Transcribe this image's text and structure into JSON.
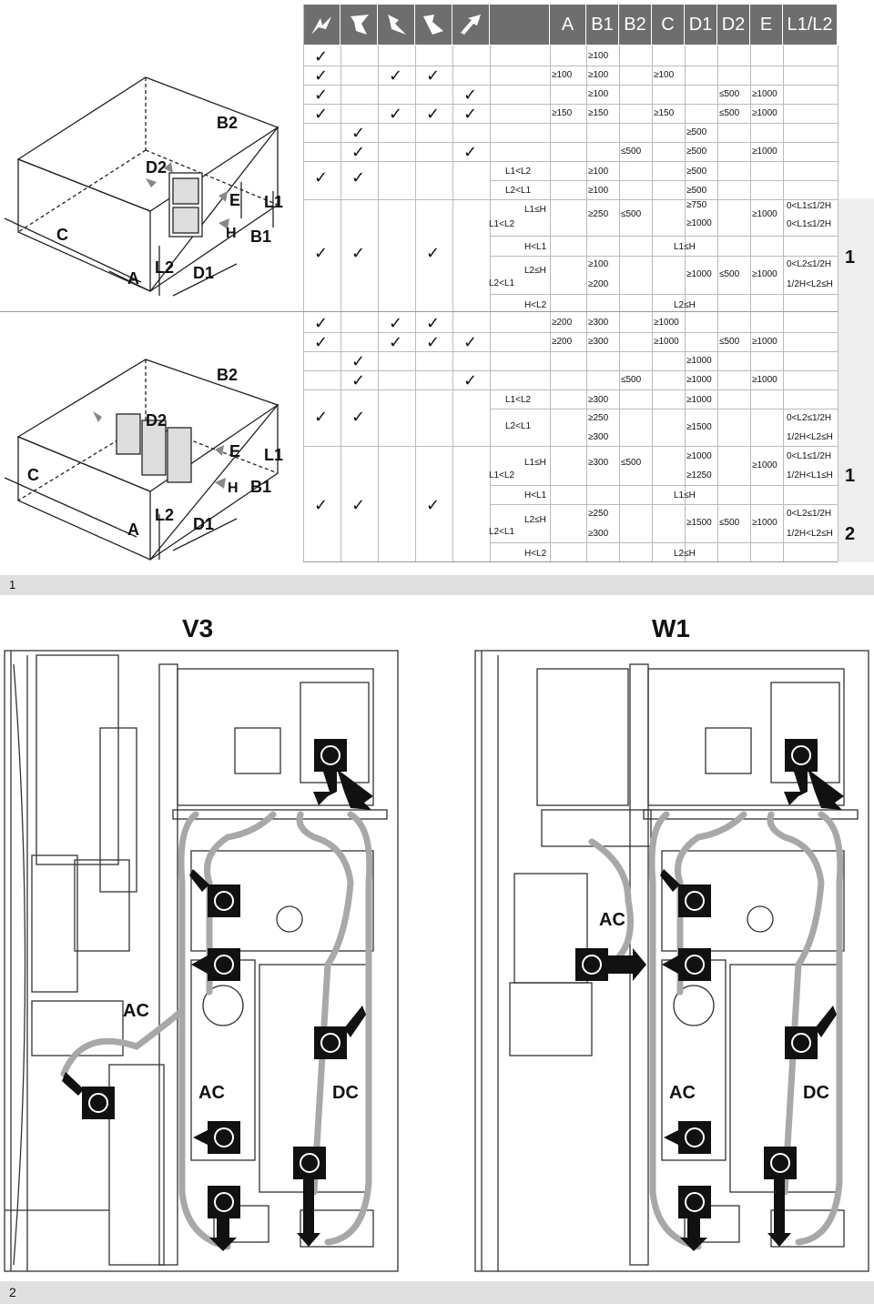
{
  "table": {
    "headers": [
      "A",
      "B1",
      "B2",
      "C",
      "D1",
      "D2",
      "E",
      "L1/L2"
    ],
    "side_labels": [
      "1",
      "1",
      "2"
    ],
    "top_rows": [
      {
        "checks": [
          1,
          0,
          0,
          0,
          0
        ],
        "A": "",
        "B1": "≥100",
        "B2": "",
        "C": "",
        "D1": "",
        "D2": "",
        "E": "",
        "L": ""
      },
      {
        "checks": [
          1,
          0,
          1,
          1,
          0
        ],
        "A": "≥100",
        "B1": "≥100",
        "B2": "",
        "C": "≥100",
        "D1": "",
        "D2": "",
        "E": "",
        "L": ""
      },
      {
        "checks": [
          1,
          0,
          0,
          0,
          1
        ],
        "A": "",
        "B1": "≥100",
        "B2": "",
        "C": "",
        "D1": "",
        "D2": "≤500",
        "E": "≥1000",
        "L": ""
      },
      {
        "checks": [
          1,
          0,
          1,
          1,
          1
        ],
        "A": "≥150",
        "B1": "≥150",
        "B2": "",
        "C": "≥150",
        "D1": "",
        "D2": "≤500",
        "E": "≥1000",
        "L": ""
      },
      {
        "checks": [
          0,
          1,
          0,
          0,
          0
        ],
        "A": "",
        "B1": "",
        "B2": "",
        "C": "",
        "D1": "≥500",
        "D2": "",
        "E": "",
        "L": ""
      },
      {
        "checks": [
          0,
          1,
          0,
          0,
          1
        ],
        "A": "",
        "B1": "",
        "B2": "≤500",
        "C": "",
        "D1": "≥500",
        "D2": "",
        "E": "≥1000",
        "L": ""
      }
    ],
    "cond_texts": {
      "l1_lt_l2": "L1<L2",
      "l2_lt_l1": "L2<L1",
      "l1_le_h": "L1≤H",
      "l2_le_h": "L2≤H",
      "h_lt_l1": "H<L1",
      "h_lt_l2": "H<L2"
    },
    "t1": {
      "r1": {
        "B1": "≥100",
        "D1": "≥500"
      },
      "r2": {
        "B1": "≥100",
        "D1": "≥500"
      },
      "r3": {
        "B1": "≥250",
        "B2": "≤500",
        "D1a": "≥750",
        "D1b": "≥1000",
        "E": "≥1000",
        "La": "0<L1≤1/2H",
        "Lb": "0<L1≤1/2H"
      },
      "r4": {
        "D1": "L1≤H"
      },
      "r5": {
        "B1a": "≥100",
        "B1b": "≥200",
        "D1": "≥1000",
        "D2": "≤500",
        "E": "≥1000",
        "La": "0<L2≤1/2H",
        "Lb": "1/2H<L2≤H"
      },
      "r6": {
        "D1": "L2≤H"
      }
    },
    "mid_rows": [
      {
        "checks": [
          1,
          0,
          1,
          1,
          0
        ],
        "A": "≥200",
        "B1": "≥300",
        "B2": "",
        "C": "≥1000",
        "D1": "",
        "D2": "",
        "E": "",
        "L": ""
      },
      {
        "checks": [
          1,
          0,
          1,
          1,
          1
        ],
        "A": "≥200",
        "B1": "≥300",
        "B2": "",
        "C": "≥1000",
        "D1": "",
        "D2": "≤500",
        "E": "≥1000",
        "L": ""
      },
      {
        "checks": [
          0,
          1,
          0,
          0,
          0
        ],
        "A": "",
        "B1": "",
        "B2": "",
        "C": "",
        "D1": "≥1000",
        "D2": "",
        "E": "",
        "L": ""
      },
      {
        "checks": [
          0,
          1,
          0,
          0,
          1
        ],
        "A": "",
        "B1": "",
        "B2": "≤500",
        "C": "",
        "D1": "≥1000",
        "D2": "",
        "E": "≥1000",
        "L": ""
      }
    ],
    "t2": {
      "r1": {
        "B1": "≥300",
        "D1": "≥1000"
      },
      "r2": {
        "B1a": "≥250",
        "B1b": "≥300",
        "D1": "≥1500",
        "La": "0<L2≤1/2H",
        "Lb": "1/2H<L2≤H"
      },
      "r3": {
        "B1": "≥300",
        "B2": "≤500",
        "D1a": "≥1000",
        "D1b": "≥1250",
        "E": "≥1000",
        "La": "0<L1≤1/2H",
        "Lb": "1/2H<L1≤H"
      },
      "r4": {
        "D1": "L1≤H"
      },
      "r5": {
        "B1a": "≥250",
        "B1b": "≥300",
        "D1": "≥1500",
        "D2": "≤500",
        "E": "≥1000",
        "La": "0<L2≤1/2H",
        "Lb": "1/2H<L2≤H"
      },
      "r6": {
        "D1": "L2≤H"
      }
    }
  },
  "iso_labels": [
    "C",
    "A",
    "L2",
    "D1",
    "H",
    "B1",
    "L1",
    "E",
    "D2",
    "B2"
  ],
  "section_marker": "1",
  "panels": {
    "left_title": "V3",
    "right_title": "W1"
  },
  "power_labels": {
    "ac": "AC",
    "dc": "DC"
  },
  "footer_page": "2",
  "colors": {
    "header_bg": "#6e6e6e",
    "grey_band": "#e0e0e0",
    "cable": "#a8a8a8",
    "arrow": "#111111"
  }
}
